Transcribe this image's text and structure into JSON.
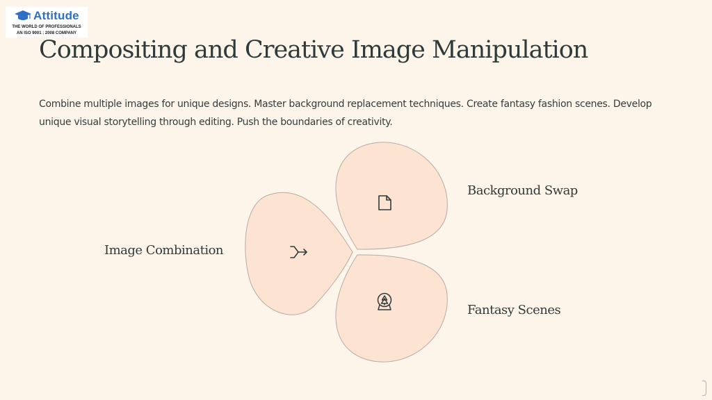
{
  "logo": {
    "brand": "Attitude",
    "tagline": "THE WORLD OF PROFESSIONALS",
    "certification": "AN ISO 9001 : 2008 COMPANY"
  },
  "title": "Compositing and Creative Image Manipulation",
  "description": "Combine multiple images for unique designs. Master background replacement techniques. Create fantasy fashion scenes. Develop unique visual storytelling through editing. Push the boundaries of creativity.",
  "diagram": {
    "petal_fill": "#fce3d2",
    "petal_stroke": "#b7aca5",
    "items": [
      {
        "label": "Background Swap",
        "icon": "document-icon"
      },
      {
        "label": "Image Combination",
        "icon": "merge-arrow-icon"
      },
      {
        "label": "Fantasy Scenes",
        "icon": "snow-globe-icon"
      }
    ]
  }
}
